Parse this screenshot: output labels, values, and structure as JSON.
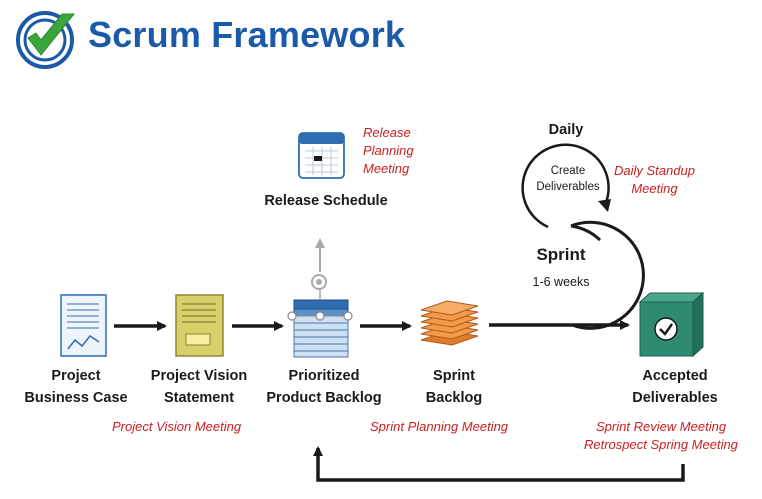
{
  "title": "Scrum Framework",
  "stages": {
    "business_case": {
      "line1": "Project",
      "line2": "Business Case"
    },
    "vision": {
      "line1": "Project Vision",
      "line2": "Statement"
    },
    "backlog": {
      "line1": "Prioritized",
      "line2": "Product Backlog"
    },
    "sprint_backlog": {
      "line1": "Sprint",
      "line2": "Backlog"
    },
    "deliverables": {
      "line1": "Accepted",
      "line2": "Deliverables"
    }
  },
  "release_schedule": "Release Schedule",
  "release_meeting": {
    "line1": "Release",
    "line2": "Planning",
    "line3": "Meeting"
  },
  "daily": {
    "label": "Daily",
    "line1": "Create",
    "line2": "Deliverables"
  },
  "standup": {
    "line1": "Daily Standup",
    "line2": "Meeting"
  },
  "sprint": {
    "label": "Sprint",
    "duration": "1-6 weeks"
  },
  "meetings": {
    "vision": "Project Vision Meeting",
    "sprint_planning": "Sprint Planning Meeting",
    "review": "Sprint Review Meeting",
    "retro": "Retrospect Spring Meeting"
  },
  "colors": {
    "title": "#1a5aa8",
    "meeting": "#cc1f1f",
    "arrow": "#1a1a1a",
    "backlog_blue": "#5b8fc9",
    "sprint_orange": "#f29a4a",
    "deliverable_green": "#2f8a72",
    "vision_yellow": "#d9cf6a"
  },
  "icons": [
    "logo-check-icon",
    "calendar-icon",
    "document-chart-icon",
    "notepad-icon",
    "backlog-stack-icon",
    "rotate-icon",
    "sprint-stack-icon",
    "deliverable-box-icon"
  ]
}
